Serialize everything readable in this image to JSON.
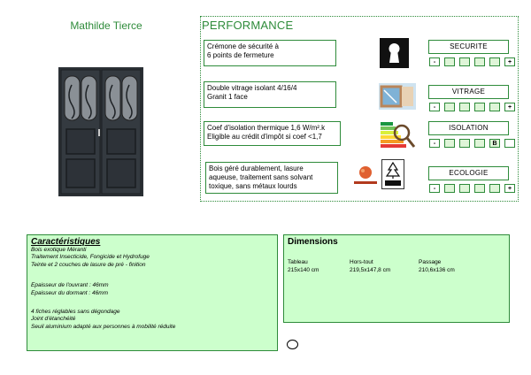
{
  "product": {
    "title": "Mathilde Tierce"
  },
  "performance": {
    "title": "PERFORMANCE",
    "features": [
      {
        "lines": [
          "Crémone de sécurité à",
          "6 points de fermeture"
        ]
      },
      {
        "lines": [
          "Double vitrage isolant 4/16/4",
          "Granit 1 face"
        ]
      },
      {
        "lines": [
          "Coef d'isolation thermique 1,6 W/m².k",
          "Eligible au crédit d'impôt si coef <1,7"
        ]
      },
      {
        "lines": [
          "Bois géré durablement, lasure",
          "aqueuse, traitement sans solvant",
          "toxique, sans métaux lourds"
        ]
      }
    ],
    "metrics": [
      {
        "label": "SECURITE",
        "minus": "-",
        "plus": "+"
      },
      {
        "label": "VITRAGE",
        "minus": "-",
        "plus": "+"
      },
      {
        "label": "ISOLATION",
        "minus": "-",
        "mark": "B"
      },
      {
        "label": "ECOLOGIE",
        "minus": "-",
        "plus": "+"
      }
    ],
    "icons": [
      "keyhole-icon",
      "window-glass-icon",
      "energy-label-icon",
      "planete-urgence-logo",
      "fsc-logo"
    ]
  },
  "characteristics": {
    "title": "Caractéristiques",
    "group1": [
      "Bois exotique Méranti",
      "Traitement Insecticide, Fongicide et Hydrofuge",
      "Teinte et 2 couches de lasure de pré - finition"
    ],
    "group2": [
      "Epaisseur de l'ouvrant : 46mm",
      "Epaisseur du dormant : 46mm"
    ],
    "group3": [
      "4 fiches réglables sans dégondage",
      "Joint d'étanchéité",
      "Seuil aluminium adapté aux personnes à mobilité réduite"
    ]
  },
  "dimensions": {
    "title": "Dimensions",
    "columns": [
      {
        "label": "Tableau",
        "value": "215x140 cm"
      },
      {
        "label": "Hors-tout",
        "value": "219,5x147,8 cm"
      },
      {
        "label": "Passage",
        "value": "210,6x136 cm"
      }
    ]
  },
  "colors": {
    "accent": "#2e8b3a",
    "panel_fill": "#ccffcc",
    "cell_fill": "#dff5d8",
    "door": "#2b3035"
  }
}
